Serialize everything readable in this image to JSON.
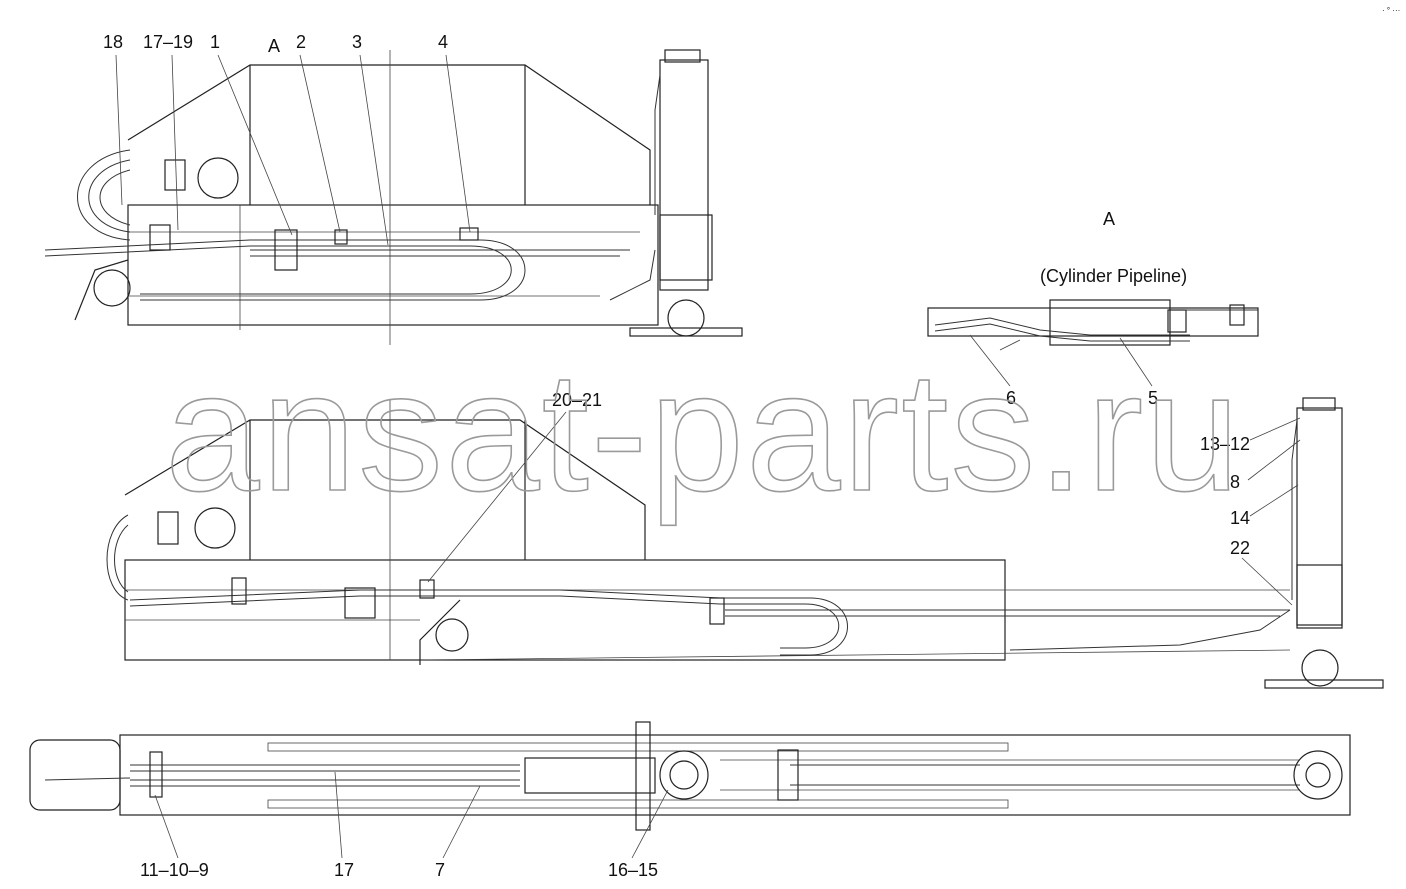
{
  "header": {
    "corner_mark": "· ° ···"
  },
  "watermark": "ansat-parts.ru",
  "detail": {
    "view_letter": "A",
    "caption": "(Cylinder Pipeline)"
  },
  "top_view": {
    "section_mark": "A",
    "callouts": [
      "18",
      "17–19",
      "1",
      "2",
      "3",
      "4"
    ]
  },
  "detail_callouts": [
    "6",
    "5"
  ],
  "middle_view": {
    "callouts": [
      "20–21",
      "13–12",
      "8",
      "14",
      "22"
    ]
  },
  "bottom_view": {
    "callouts": [
      "11–10–9",
      "17",
      "7",
      "16–15"
    ]
  }
}
